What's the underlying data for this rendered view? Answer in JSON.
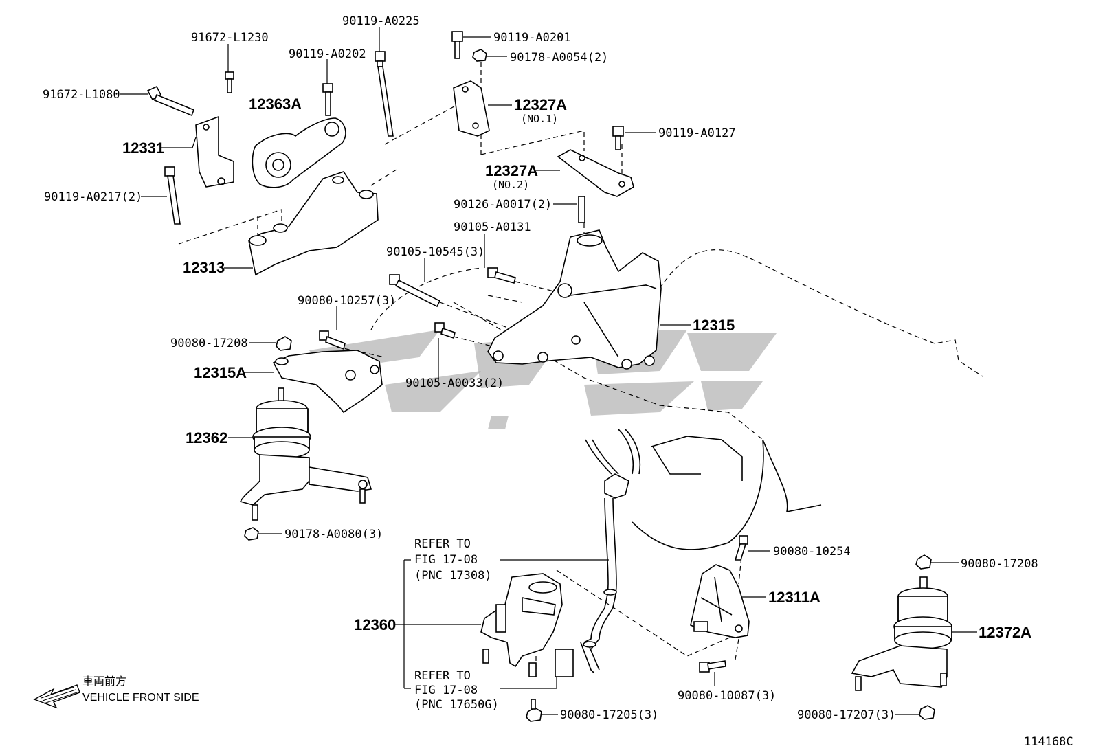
{
  "diagram": {
    "parts": {
      "p91672_L1230": "91672-L1230",
      "p90119_A0225": "90119-A0225",
      "p90119_A0202": "90119-A0202",
      "p91672_L1080": "91672-L1080",
      "p12363A": "12363A",
      "p12331": "12331",
      "p90119_A0217": "90119-A0217(2)",
      "p12313": "12313",
      "p90119_A0201": "90119-A0201",
      "p90178_A0054": "90178-A0054(2)",
      "p12327A_no1": "12327A",
      "p12327A_no1_sub": "(NO.1)",
      "p90119_A0127": "90119-A0127",
      "p12327A_no2": "12327A",
      "p12327A_no2_sub": "(NO.2)",
      "p90126_A0017": "90126-A0017(2)",
      "p90105_A0131": "90105-A0131",
      "p90105_10545": "90105-10545(3)",
      "p90080_10257": "90080-10257(3)",
      "p90080_17208_left": "90080-17208",
      "p12315A": "12315A",
      "p90105_A0033": "90105-A0033(2)",
      "p12315": "12315",
      "p12362": "12362",
      "p90178_A0080": "90178-A0080(3)",
      "p90080_10254": "90080-10254",
      "p90080_17208_right": "90080-17208",
      "p12311A": "12311A",
      "p12372A": "12372A",
      "p12360": "12360",
      "p90080_10087": "90080-10087(3)",
      "p90080_17205": "90080-17205(3)",
      "p90080_17207": "90080-17207(3)"
    },
    "refer_top": [
      "REFER TO",
      "FIG 17-08",
      "(PNC 17308)"
    ],
    "refer_bottom": [
      "REFER TO",
      "FIG 17-08",
      "(PNC 17650G)"
    ],
    "direction": {
      "jp": "車両前方",
      "en": "VEHICLE FRONT SIDE"
    },
    "figure_id": "114168C",
    "colors": {
      "line": "#000000",
      "watermark": "#9a9a9a",
      "background": "#ffffff"
    }
  }
}
